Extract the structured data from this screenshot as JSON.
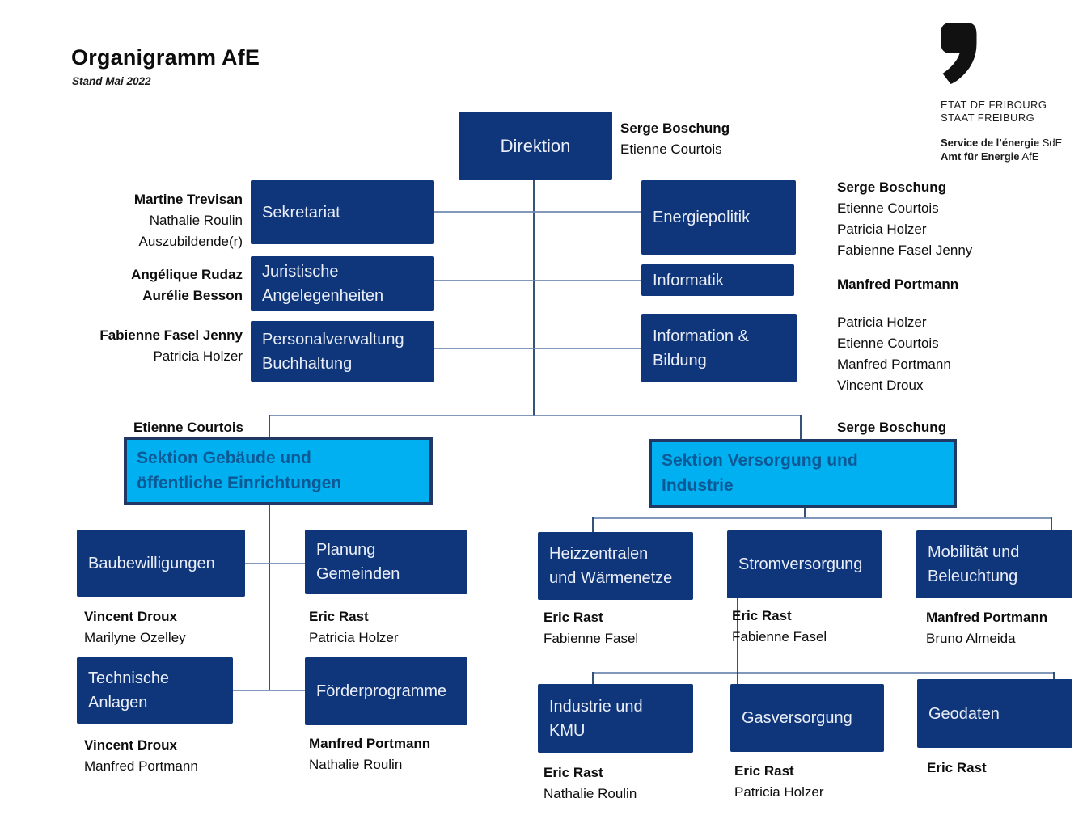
{
  "page": {
    "title": "Organigramm AfE",
    "subtitle": "Stand Mai 2022"
  },
  "logo": {
    "mark": "fribourg-comma-mark",
    "canton_fr": "ETAT DE FRIBOURG",
    "canton_de": "STAAT FREIBURG",
    "service_fr": "Service de l’énergie",
    "service_fr_abbr": "SdE",
    "service_de": "Amt für Energie",
    "service_de_abbr": "AfE"
  },
  "colors": {
    "box_blue": "#0f357a",
    "section_cyan": "#00b0f0",
    "section_border": "#1f3864",
    "section_text": "#0d5996",
    "line_vertical": "#1f4068",
    "line_horizontal": "#6f89b0"
  },
  "direktion": {
    "label": "Direktion",
    "names": [
      "Serge Boschung",
      "Etienne Courtois"
    ]
  },
  "admin_left": [
    {
      "label": "Sekretariat",
      "names": [
        "Martine Trevisan",
        "Nathalie Roulin",
        "Auszubildende(r)"
      ]
    },
    {
      "label": "Juristische\nAngelegenheiten",
      "names": [
        "Angélique Rudaz",
        "Aurélie Besson"
      ]
    },
    {
      "label": "Personalverwaltung\nBuchhaltung",
      "names": [
        "Fabienne Fasel Jenny",
        "Patricia Holzer"
      ]
    }
  ],
  "staff_right": [
    {
      "label": "Energiepolitik",
      "names": [
        "Serge Boschung",
        "Etienne Courtois",
        "Patricia Holzer",
        "Fabienne Fasel Jenny"
      ]
    },
    {
      "label": "Informatik",
      "names": [
        "Manfred Portmann"
      ]
    },
    {
      "label": "Information &\nBildung",
      "names": [
        "Patricia Holzer",
        "Etienne Courtois",
        "Manfred Portmann",
        "Vincent Droux"
      ]
    }
  ],
  "sections": [
    {
      "label": "Sektion Gebäude und\nöffentliche Einrichtungen",
      "leader": "Etienne Courtois",
      "units": [
        {
          "label": "Baubewilligungen",
          "names": [
            "Vincent Droux",
            "Marilyne Ozelley"
          ]
        },
        {
          "label": "Planung\nGemeinden",
          "names": [
            "Eric Rast",
            "Patricia Holzer"
          ]
        },
        {
          "label": "Technische\nAnlagen",
          "names": [
            "Vincent Droux",
            "Manfred Portmann"
          ]
        },
        {
          "label": "Förderprogramme",
          "names": [
            "Manfred Portmann",
            "Nathalie Roulin"
          ]
        }
      ]
    },
    {
      "label": "Sektion Versorgung und\nIndustrie",
      "leader": "Serge Boschung",
      "units": [
        {
          "label": "Heizzentralen\nund Wärmenetze",
          "names": [
            "Eric Rast",
            "Fabienne Fasel"
          ]
        },
        {
          "label": "Stromversorgung",
          "names": [
            "Eric Rast",
            "Fabienne Fasel"
          ]
        },
        {
          "label": "Mobilität und\nBeleuchtung",
          "names": [
            "Manfred Portmann",
            "Bruno Almeida"
          ]
        },
        {
          "label": "Industrie und\nKMU",
          "names": [
            "Eric Rast",
            "Nathalie Roulin"
          ]
        },
        {
          "label": "Gasversorgung",
          "names": [
            "Eric Rast",
            "Patricia Holzer"
          ]
        },
        {
          "label": "Geodaten",
          "names": [
            "Eric Rast"
          ]
        }
      ]
    }
  ]
}
